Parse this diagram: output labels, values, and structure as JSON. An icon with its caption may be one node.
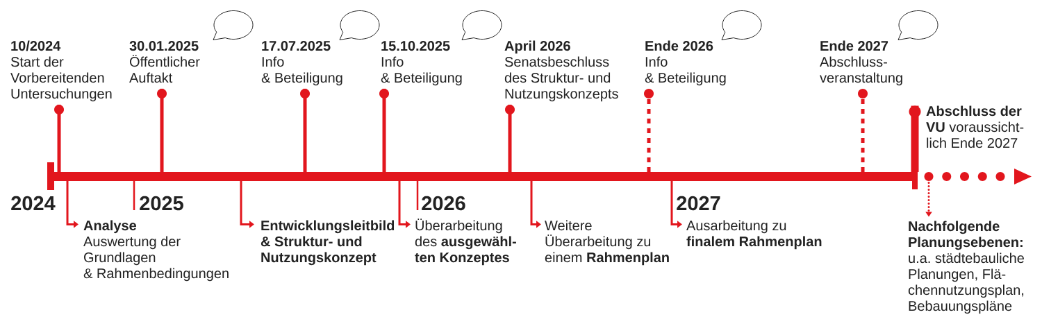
{
  "diagram": {
    "nodes": [
      {
        "text": [],
        "shape": "bar",
        "beside": [
          "2024",
          "2025",
          "2026",
          "2027"
        ]
      },
      {
        "text": [
          "10/2024",
          "Start der Vorbereitenden Untersuchungen"
        ]
      },
      {
        "text": [
          "30.01.2025",
          "Öffentlicher Auftakt"
        ]
      },
      {
        "text": [
          "17.07.2025",
          "Info & Beteiligung"
        ]
      },
      {
        "text": [
          "15.10.2025",
          "Info & Beteiligung"
        ]
      },
      {
        "text": [
          "April 2026",
          "Senatsbeschluss des Struktur- und Nutzungskonzepts"
        ]
      },
      {
        "text": [
          "Ende 2026",
          "Info & Beteiligung"
        ]
      },
      {
        "text": [
          "Ende 2027",
          "Abschluss- veranstaltung"
        ]
      },
      {
        "text": [
          "**Abschluss der VU** voraussicht- lich Ende 2027"
        ]
      },
      {
        "text": [
          "Analyse",
          "Auswertung der Grundlagen & Rahmenbedingungen"
        ]
      },
      {
        "text": [
          "Entwicklungsleitbild & Struktur- und Nutzungskonzept"
        ]
      },
      {
        "text": [
          "Überarbeitung des **ausgewähl- ten Konzeptes**"
        ]
      },
      {
        "text": [
          "Weitere Überarbeitung zu einem **Rahmenplan**"
        ]
      },
      {
        "text": [
          "Ausarbeitung zu **finalem Rahmenplan**"
        ]
      },
      {
        "text": [
          "Nachfolgende Planungsebenen:",
          "u.a. städtebauliche Planungen, Flä- chennutzungsplan, Bebauungspläne"
        ]
      }
    ],
    "edges": [
      {
        "from": 0,
        "to": 1,
        "arrow": "other"
      },
      {
        "from": 0,
        "to": 2,
        "arrow": "other"
      },
      {
        "from": 0,
        "to": 3,
        "arrow": "other"
      },
      {
        "from": 0,
        "to": 4,
        "arrow": "other"
      },
      {
        "from": 0,
        "to": 5,
        "arrow": "other"
      },
      {
        "from": 0,
        "to": 6,
        "arrow": "other",
        "style": "dashed"
      },
      {
        "from": 0,
        "to": 7,
        "arrow": "other",
        "style": "dashed"
      },
      {
        "from": 0,
        "to": 8,
        "arrow": "other",
        "style": "thick"
      },
      {
        "from": 0,
        "to": 9,
        "arrow": "to"
      },
      {
        "from": 0,
        "to": 10,
        "arrow": "to"
      },
      {
        "from": 0,
        "to": 11,
        "arrow": "to"
      },
      {
        "from": 0,
        "to": 12,
        "arrow": "to"
      },
      {
        "from": 0,
        "to": 13,
        "arrow": "to"
      },
      {
        "from": 0,
        "to": 14,
        "arrow": "to",
        "style": "dashed"
      }
    ]
  }
}
